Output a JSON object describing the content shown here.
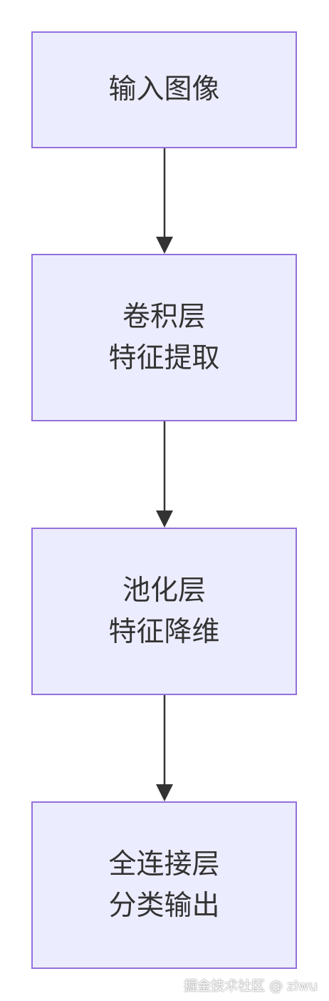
{
  "diagram": {
    "type": "flowchart",
    "direction": "top-down",
    "colors": {
      "node_fill": "#ECECFF",
      "node_border": "#9370DB",
      "text": "#333333",
      "edge": "#333333"
    },
    "nodes": [
      {
        "id": "n1",
        "lines": [
          "输入图像"
        ]
      },
      {
        "id": "n2",
        "lines": [
          "卷积层",
          "特征提取"
        ]
      },
      {
        "id": "n3",
        "lines": [
          "池化层",
          "特征降维"
        ]
      },
      {
        "id": "n4",
        "lines": [
          "全连接层",
          "分类输出"
        ]
      }
    ],
    "edges": [
      {
        "from": "n1",
        "to": "n2"
      },
      {
        "from": "n2",
        "to": "n3"
      },
      {
        "from": "n3",
        "to": "n4"
      }
    ]
  },
  "watermark": "掘金技术社区 @ ziwu"
}
